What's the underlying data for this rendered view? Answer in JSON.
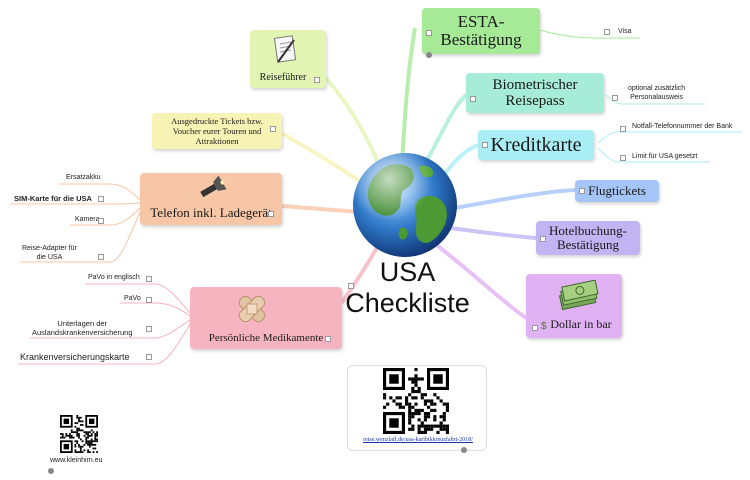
{
  "title": {
    "line1": "USA",
    "line2": "Checkliste"
  },
  "nodes": {
    "esta": "ESTA-\nBestätigung",
    "reisepass": "Biometrischer\nReisepass",
    "kreditkarte": "Kreditkarte",
    "flugtickets": "Flugtickets",
    "hotel": "Hotelbuchung-\nBestätigung",
    "dollar": "Dollar in bar",
    "medikamente": "Persönliche Medikamente",
    "telefon": "Telefon inkl. Ladegerät",
    "tickets": "Ausgedruckte Tickets bzw.\nVoucher eurer Touren und\nAttraktionen",
    "reisefuehrer": "Reiseführer"
  },
  "leaves": {
    "visa": "Visa",
    "personalausweis": "optional zusätzlich\nPersonalausweis",
    "notfall": "Notfall-Telefonnummer der Bank",
    "limit": "Limit für USA gesetzt",
    "ersatzakku": "Ersatzakku",
    "sim": "SIM-Karte für die USA",
    "kamera": "Kamera",
    "adapter": "Reise-Adapter für\ndie USA",
    "pavo_en": "PaVo in englisch",
    "pavo": "PaVo",
    "unterlagen": "Unterlagen der\nAuslandskrankenversicherung",
    "kvk": "Krankenversicherungskarte"
  },
  "link": {
    "url": "reise.wenzlaff.de/usa-karibikkreuzfahrt-2018/"
  },
  "footer": {
    "site": "www.kleinhirn.eu"
  },
  "colors": {
    "green": "#a6ea98",
    "mint": "#a6ecd6",
    "cyan": "#aaeef5",
    "blue": "#a5c4f7",
    "lavender": "#c2b4f2",
    "violet": "#e1b2f3",
    "pink": "#f5b4bf",
    "orange": "#f7c6a6",
    "yellow": "#f7f3b4",
    "lime": "#e2f5b3"
  },
  "icons": {
    "globe": "globe-icon",
    "document": "document-pen-icon",
    "flashlight": "flashlight-icon",
    "bandage": "bandage-icon",
    "money": "money-stack-icon",
    "qr": "qr-code-icon"
  }
}
